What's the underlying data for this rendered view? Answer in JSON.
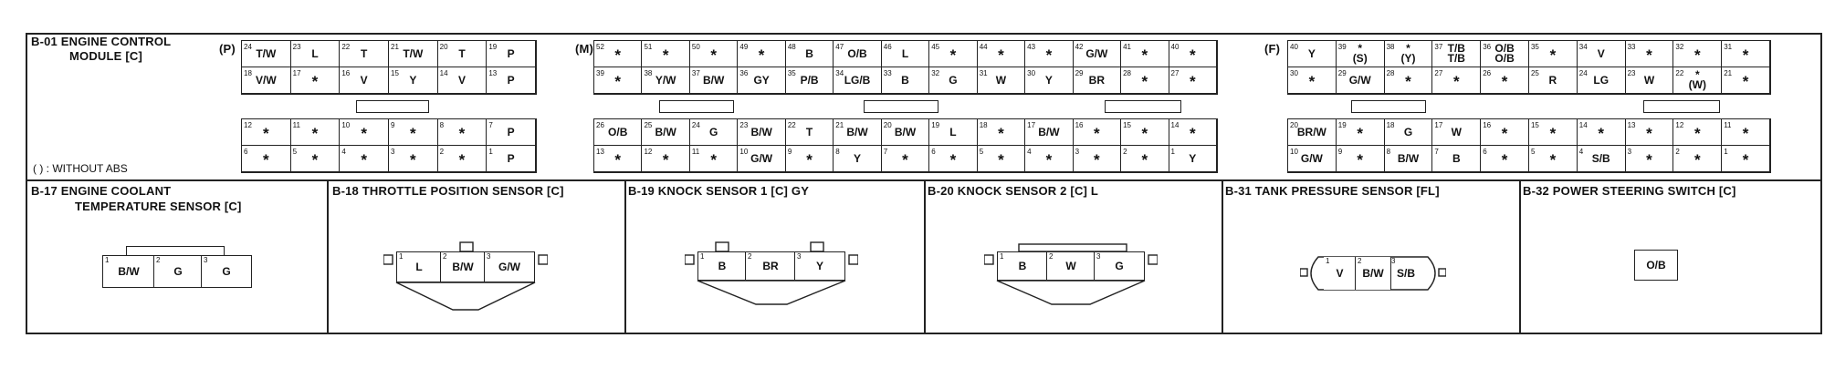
{
  "ecm": {
    "title_line1": "B-01 ENGINE CONTROL",
    "title_line2": "MODULE [C]",
    "note": "( ) : WITHOUT ABS",
    "p_label": "(P)",
    "m_label": "(M)",
    "f_label": "(F)",
    "p_top": [
      {
        "n": "24",
        "v": "T/W"
      },
      {
        "n": "23",
        "v": "L"
      },
      {
        "n": "22",
        "v": "T"
      },
      {
        "n": "21",
        "v": "T/W"
      },
      {
        "n": "20",
        "v": "T"
      },
      {
        "n": "19",
        "v": "P"
      },
      {
        "n": "18",
        "v": "V/W"
      },
      {
        "n": "17",
        "v": "*"
      },
      {
        "n": "16",
        "v": "V"
      },
      {
        "n": "15",
        "v": "Y"
      },
      {
        "n": "14",
        "v": "V"
      },
      {
        "n": "13",
        "v": "P"
      }
    ],
    "p_bottom": [
      {
        "n": "12",
        "v": "*"
      },
      {
        "n": "11",
        "v": "*"
      },
      {
        "n": "10",
        "v": "*"
      },
      {
        "n": "9",
        "v": "*"
      },
      {
        "n": "8",
        "v": "*"
      },
      {
        "n": "7",
        "v": "P"
      },
      {
        "n": "6",
        "v": "*"
      },
      {
        "n": "5",
        "v": "*"
      },
      {
        "n": "4",
        "v": "*"
      },
      {
        "n": "3",
        "v": "*"
      },
      {
        "n": "2",
        "v": "*"
      },
      {
        "n": "1",
        "v": "P"
      }
    ],
    "m_top": [
      {
        "n": "52",
        "v": "*"
      },
      {
        "n": "51",
        "v": "*"
      },
      {
        "n": "50",
        "v": "*"
      },
      {
        "n": "49",
        "v": "*"
      },
      {
        "n": "48",
        "v": "B"
      },
      {
        "n": "47",
        "v": "O/B"
      },
      {
        "n": "46",
        "v": "L"
      },
      {
        "n": "45",
        "v": "*"
      },
      {
        "n": "44",
        "v": "*"
      },
      {
        "n": "43",
        "v": "*"
      },
      {
        "n": "42",
        "v": "G/W"
      },
      {
        "n": "41",
        "v": "*"
      },
      {
        "n": "40",
        "v": "*"
      },
      {
        "n": "39",
        "v": "*"
      },
      {
        "n": "38",
        "v": "Y/W"
      },
      {
        "n": "37",
        "v": "B/W"
      },
      {
        "n": "36",
        "v": "GY"
      },
      {
        "n": "35",
        "v": "P/B"
      },
      {
        "n": "34",
        "v": "LG/B"
      },
      {
        "n": "33",
        "v": "B"
      },
      {
        "n": "32",
        "v": "G"
      },
      {
        "n": "31",
        "v": "W"
      },
      {
        "n": "30",
        "v": "Y"
      },
      {
        "n": "29",
        "v": "BR"
      },
      {
        "n": "28",
        "v": "*"
      },
      {
        "n": "27",
        "v": "*"
      }
    ],
    "m_bottom": [
      {
        "n": "26",
        "v": "O/B"
      },
      {
        "n": "25",
        "v": "B/W"
      },
      {
        "n": "24",
        "v": "G"
      },
      {
        "n": "23",
        "v": "B/W"
      },
      {
        "n": "22",
        "v": "T"
      },
      {
        "n": "21",
        "v": "B/W"
      },
      {
        "n": "20",
        "v": "B/W"
      },
      {
        "n": "19",
        "v": "L"
      },
      {
        "n": "18",
        "v": "*"
      },
      {
        "n": "17",
        "v": "B/W"
      },
      {
        "n": "16",
        "v": "*"
      },
      {
        "n": "15",
        "v": "*"
      },
      {
        "n": "14",
        "v": "*"
      },
      {
        "n": "13",
        "v": "*"
      },
      {
        "n": "12",
        "v": "*"
      },
      {
        "n": "11",
        "v": "*"
      },
      {
        "n": "10",
        "v": "G/W"
      },
      {
        "n": "9",
        "v": "*"
      },
      {
        "n": "8",
        "v": "Y"
      },
      {
        "n": "7",
        "v": "*"
      },
      {
        "n": "6",
        "v": "*"
      },
      {
        "n": "5",
        "v": "*"
      },
      {
        "n": "4",
        "v": "*"
      },
      {
        "n": "3",
        "v": "*"
      },
      {
        "n": "2",
        "v": "*"
      },
      {
        "n": "1",
        "v": "Y"
      }
    ],
    "f_top": [
      {
        "n": "40",
        "v": "Y"
      },
      {
        "n": "39",
        "v": "*\n(S)"
      },
      {
        "n": "38",
        "v": "*\n(Y)"
      },
      {
        "n": "37",
        "v": "T/B\nT/B"
      },
      {
        "n": "36",
        "v": "O/B\nO/B"
      },
      {
        "n": "35",
        "v": "*"
      },
      {
        "n": "34",
        "v": "V"
      },
      {
        "n": "33",
        "v": "*"
      },
      {
        "n": "32",
        "v": "*"
      },
      {
        "n": "31",
        "v": "*"
      },
      {
        "n": "30",
        "v": "*"
      },
      {
        "n": "29",
        "v": "G/W"
      },
      {
        "n": "28",
        "v": "*"
      },
      {
        "n": "27",
        "v": "*"
      },
      {
        "n": "26",
        "v": "*"
      },
      {
        "n": "25",
        "v": "R"
      },
      {
        "n": "24",
        "v": "LG"
      },
      {
        "n": "23",
        "v": "W"
      },
      {
        "n": "22",
        "v": "*\n(W)"
      },
      {
        "n": "21",
        "v": "*"
      }
    ],
    "f_bottom": [
      {
        "n": "20",
        "v": "BR/W"
      },
      {
        "n": "19",
        "v": "*"
      },
      {
        "n": "18",
        "v": "G"
      },
      {
        "n": "17",
        "v": "W"
      },
      {
        "n": "16",
        "v": "*"
      },
      {
        "n": "15",
        "v": "*"
      },
      {
        "n": "14",
        "v": "*"
      },
      {
        "n": "13",
        "v": "*"
      },
      {
        "n": "12",
        "v": "*"
      },
      {
        "n": "11",
        "v": "*"
      },
      {
        "n": "10",
        "v": "G/W"
      },
      {
        "n": "9",
        "v": "*"
      },
      {
        "n": "8",
        "v": "B/W"
      },
      {
        "n": "7",
        "v": "B"
      },
      {
        "n": "6",
        "v": "*"
      },
      {
        "n": "5",
        "v": "*"
      },
      {
        "n": "4",
        "v": "S/B"
      },
      {
        "n": "3",
        "v": "*"
      },
      {
        "n": "2",
        "v": "*"
      },
      {
        "n": "1",
        "v": "*"
      }
    ]
  },
  "b17": {
    "title_line1": "B-17 ENGINE COOLANT",
    "title_line2": "TEMPERATURE SENSOR [C]",
    "pins": [
      {
        "n": "1",
        "v": "B/W"
      },
      {
        "n": "2",
        "v": "G"
      },
      {
        "n": "3",
        "v": "G"
      }
    ]
  },
  "b18": {
    "title": "B-18 THROTTLE POSITION SENSOR [C]",
    "pins": [
      {
        "n": "1",
        "v": "L"
      },
      {
        "n": "2",
        "v": "B/W"
      },
      {
        "n": "3",
        "v": "G/W"
      }
    ]
  },
  "b19": {
    "title": "B-19 KNOCK SENSOR 1 [C] GY",
    "pins": [
      {
        "n": "1",
        "v": "B"
      },
      {
        "n": "2",
        "v": "BR"
      },
      {
        "n": "3",
        "v": "Y"
      }
    ]
  },
  "b20": {
    "title": "B-20 KNOCK SENSOR 2 [C] L",
    "pins": [
      {
        "n": "1",
        "v": "B"
      },
      {
        "n": "2",
        "v": "W"
      },
      {
        "n": "3",
        "v": "G"
      }
    ]
  },
  "b31": {
    "title": "B-31 TANK PRESSURE SENSOR [FL]",
    "pins": [
      {
        "n": "1",
        "v": "V"
      },
      {
        "n": "2",
        "v": "B/W"
      },
      {
        "n": "3",
        "v": "S/B"
      }
    ]
  },
  "b32": {
    "title": "B-32 POWER STEERING SWITCH [C]",
    "pin": "O/B"
  }
}
